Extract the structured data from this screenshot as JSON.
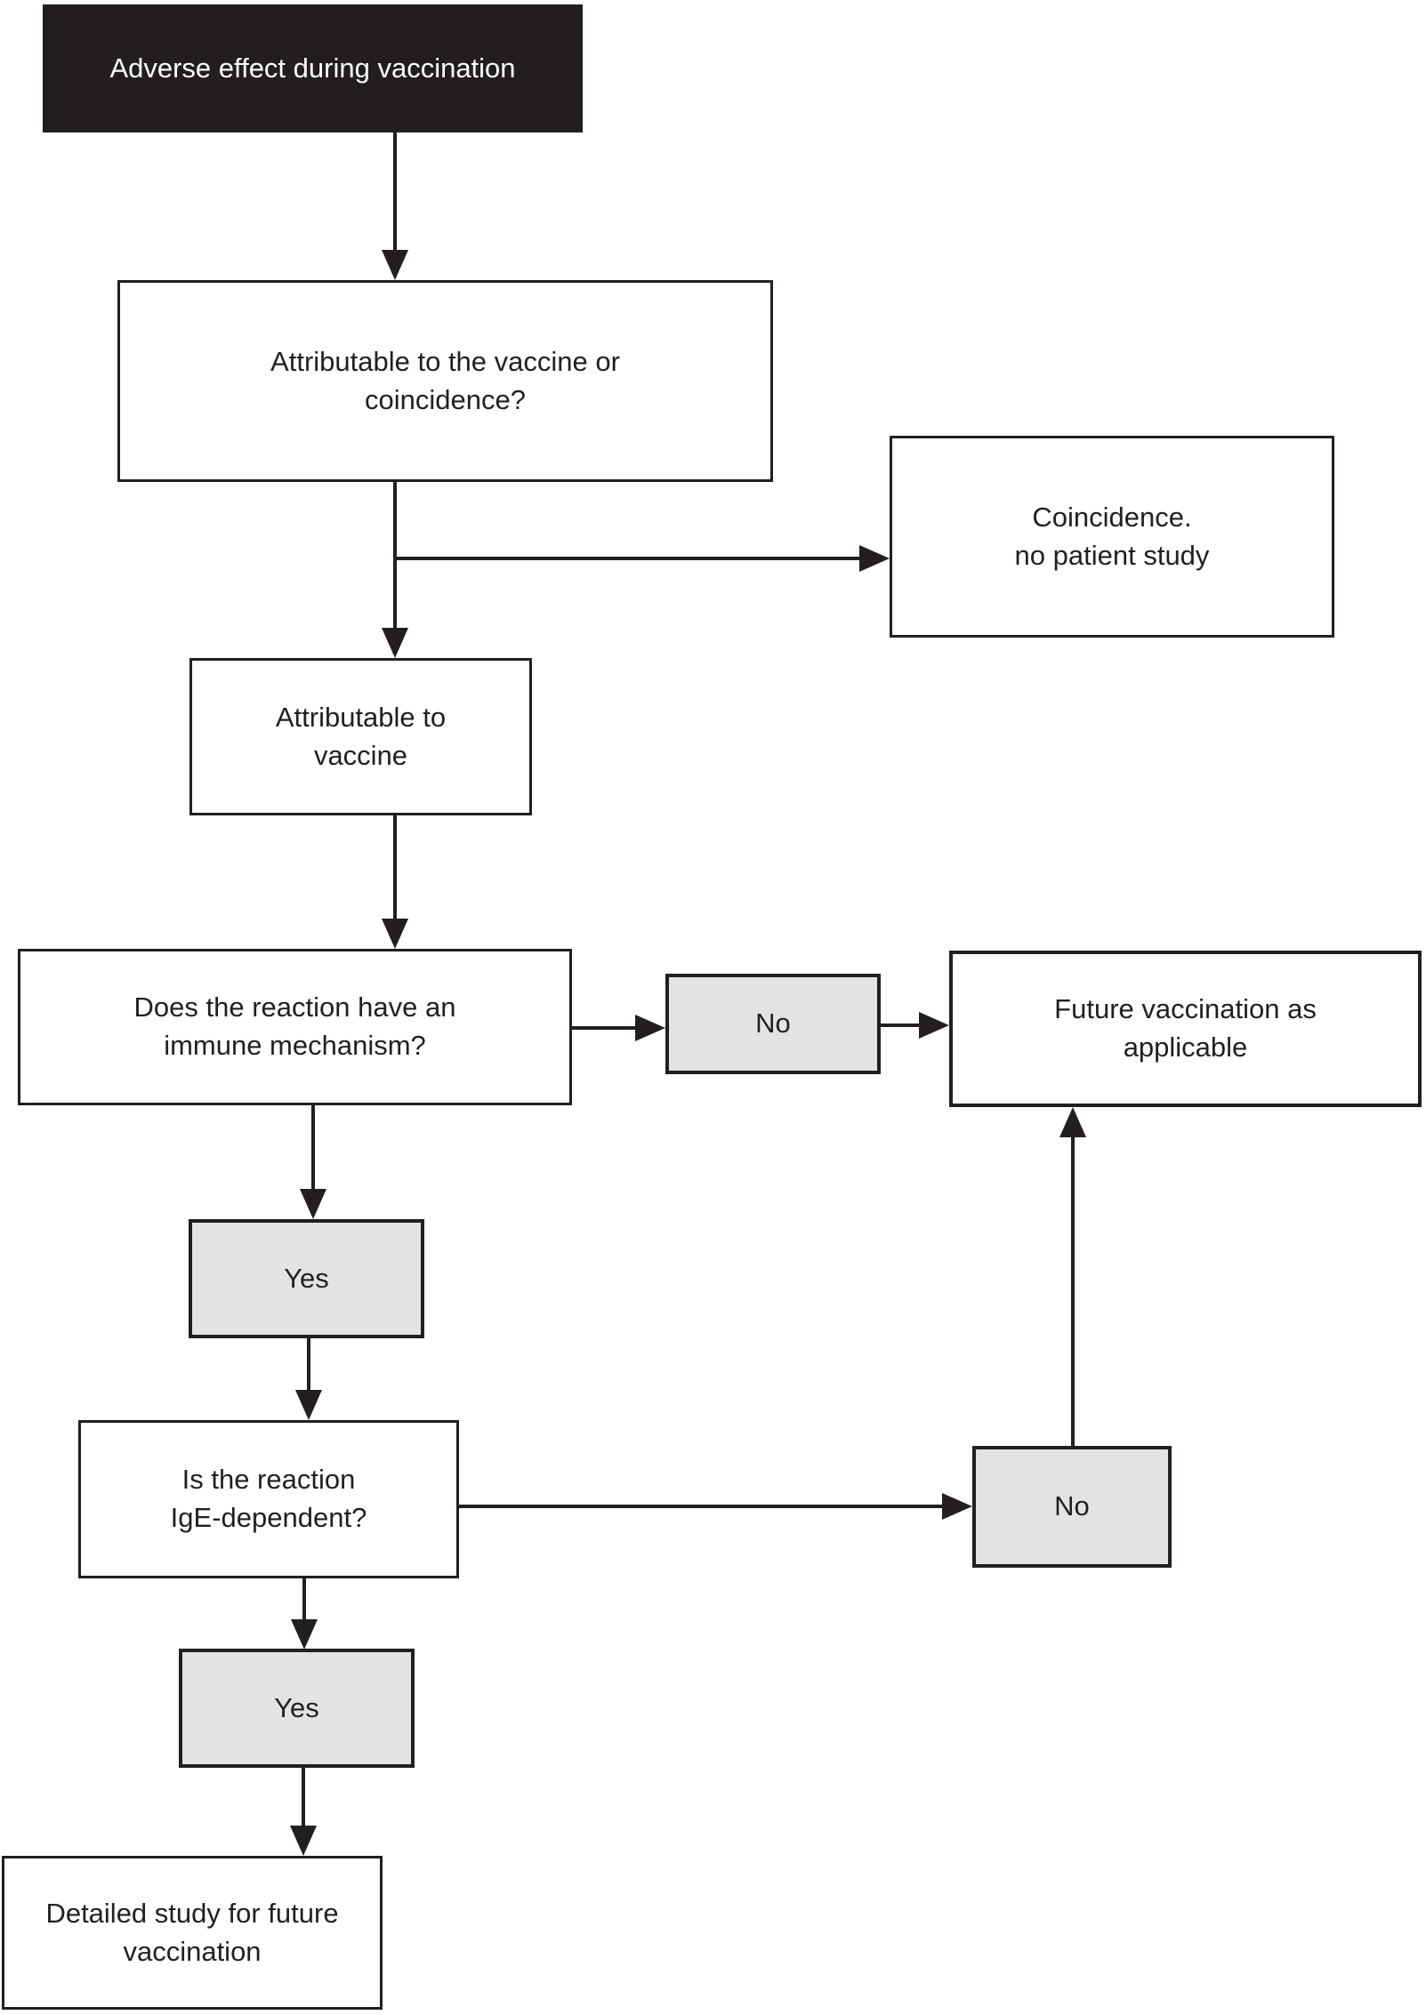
{
  "nodes": {
    "adverse_effect": {
      "label": "Adverse effect during vaccination",
      "type": "start"
    },
    "attributable_question": {
      "label": "Attributable to the vaccine or\ncoincidence?",
      "type": "process"
    },
    "coincidence": {
      "label": "Coincidence.\nno patient study",
      "type": "process"
    },
    "attributable_vaccine": {
      "label": "Attributable to\nvaccine",
      "type": "process"
    },
    "immune_question": {
      "label": "Does the reaction have an\nimmune mechanism?",
      "type": "process"
    },
    "no_immune": {
      "label": "No",
      "type": "decision-answer"
    },
    "future_vaccination": {
      "label": "Future vaccination as\napplicable",
      "type": "process"
    },
    "yes_immune": {
      "label": "Yes",
      "type": "decision-answer"
    },
    "ige_question": {
      "label": "Is the reaction\nIgE-dependent?",
      "type": "process"
    },
    "no_ige": {
      "label": "No",
      "type": "decision-answer"
    },
    "yes_ige": {
      "label": "Yes",
      "type": "decision-answer"
    },
    "detailed_study": {
      "label": "Detailed study for future\nvaccination",
      "type": "process"
    }
  },
  "edges": [
    {
      "from": "adverse_effect",
      "to": "attributable_question"
    },
    {
      "from": "attributable_question",
      "to": "coincidence"
    },
    {
      "from": "attributable_question",
      "to": "attributable_vaccine"
    },
    {
      "from": "attributable_vaccine",
      "to": "immune_question"
    },
    {
      "from": "immune_question",
      "to": "no_immune"
    },
    {
      "from": "no_immune",
      "to": "future_vaccination"
    },
    {
      "from": "immune_question",
      "to": "yes_immune"
    },
    {
      "from": "yes_immune",
      "to": "ige_question"
    },
    {
      "from": "ige_question",
      "to": "no_ige"
    },
    {
      "from": "no_ige",
      "to": "future_vaccination"
    },
    {
      "from": "ige_question",
      "to": "yes_ige"
    },
    {
      "from": "yes_ige",
      "to": "detailed_study"
    }
  ],
  "colors": {
    "line": "#231f20",
    "start_fill": "#221e1f",
    "start_text": "#ffffff",
    "answer_fill": "#e3e3e5",
    "box_fill": "#ffffff"
  }
}
